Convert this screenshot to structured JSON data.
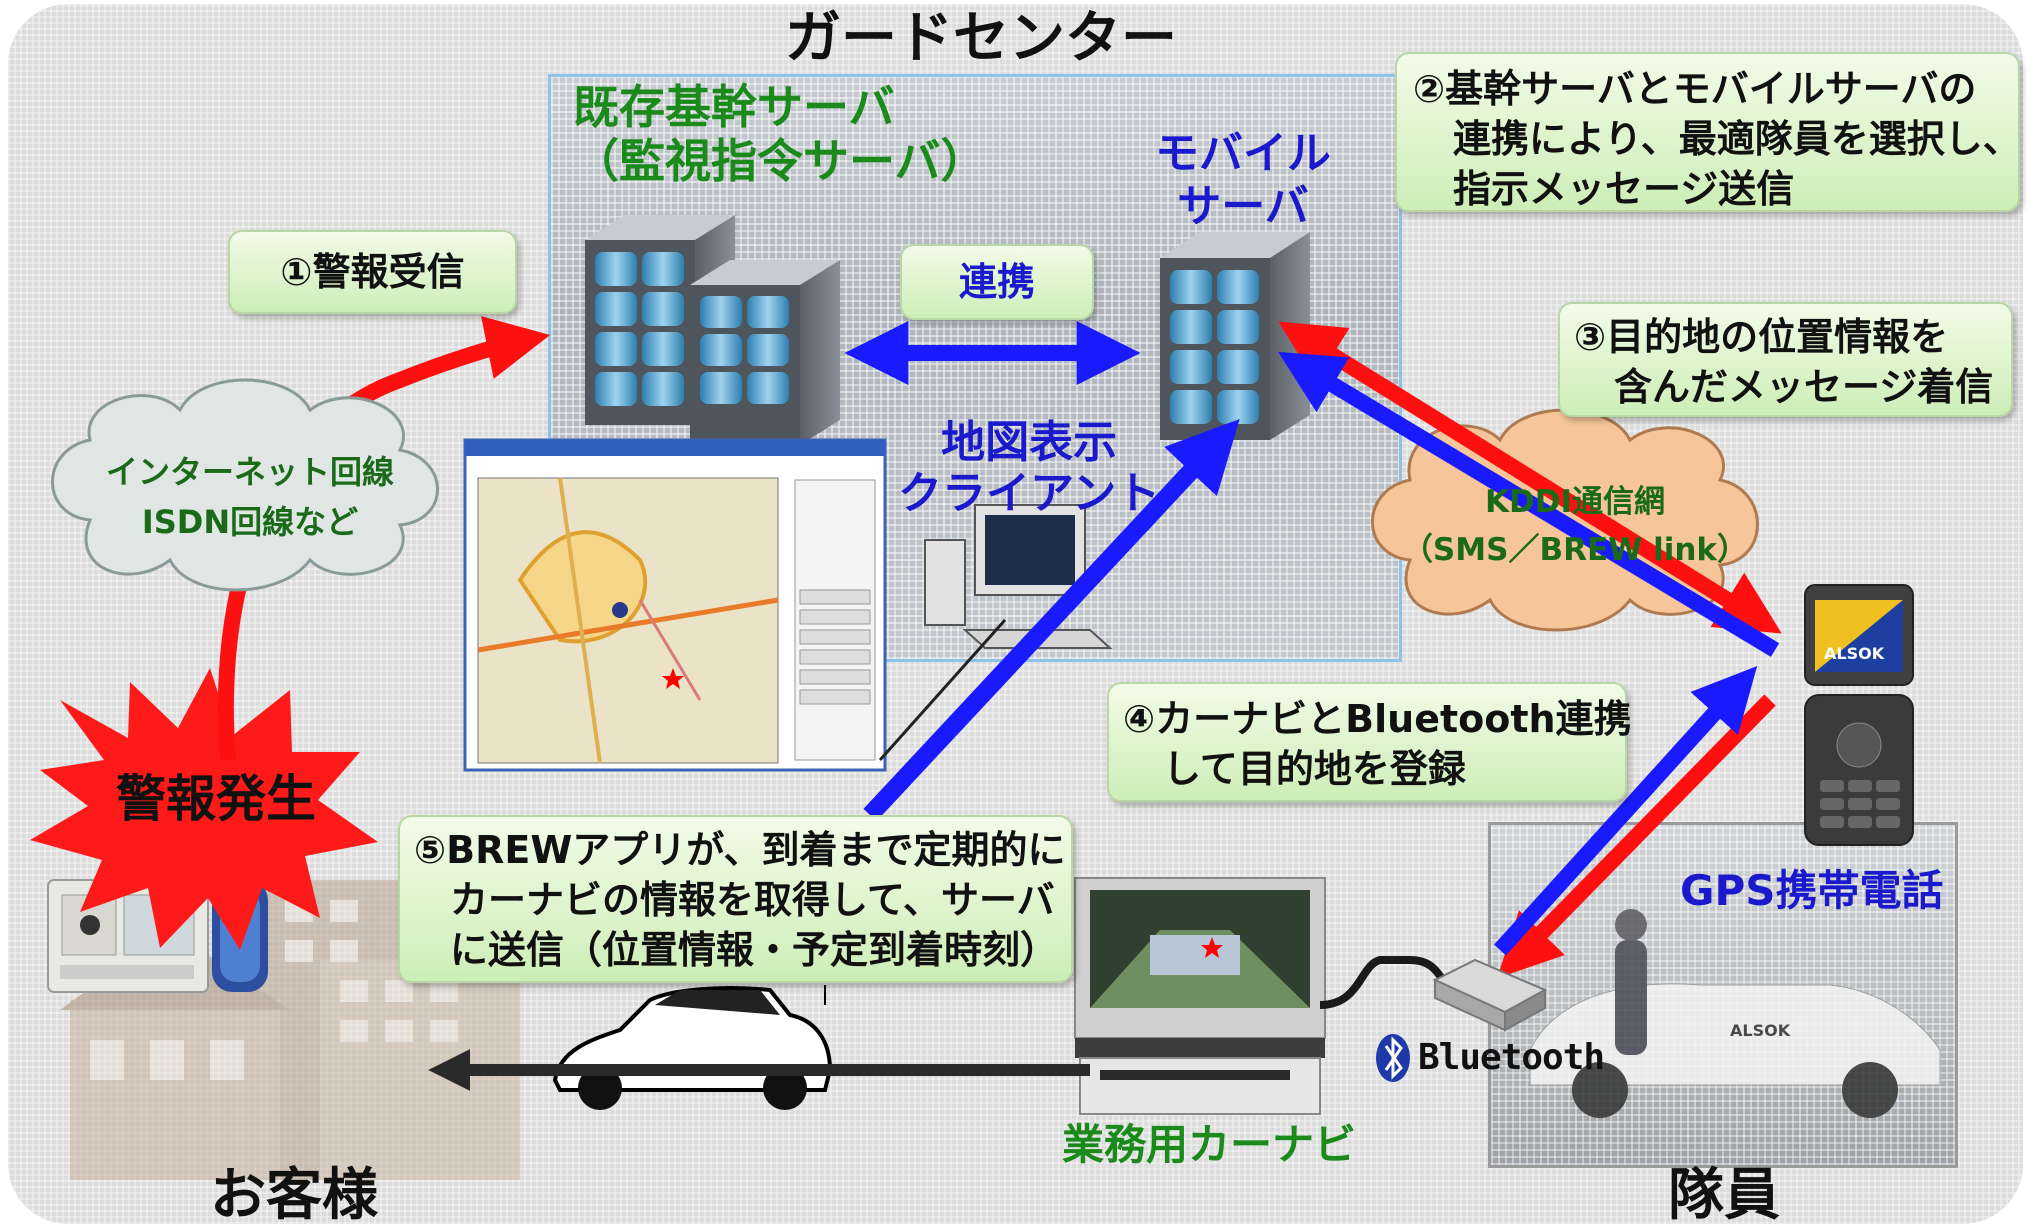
{
  "titles": {
    "guard_center": "ガードセンター",
    "customer": "お客様",
    "guard": "隊員"
  },
  "servers": {
    "existing_line1": "既存基幹サーバ",
    "existing_line2": "（監視指令サーバ）",
    "mobile_line1": "モバイル",
    "mobile_line2": "サーバ",
    "link_label": "連携"
  },
  "client": {
    "line1": "地図表示",
    "line2": "クライアント"
  },
  "steps": {
    "step1": "①警報受信",
    "step2_line1": "②基幹サーバとモバイルサーバの",
    "step2_line2": "連携により、最適隊員を選択し、",
    "step2_line3": "指示メッセージ送信",
    "step3_line1": "③目的地の位置情報を",
    "step3_line2": "含んだメッセージ着信",
    "step4_line1": "④カーナビとBluetooth連携",
    "step4_line2": "して目的地を登録",
    "step5_line1": "⑤BREWアプリが、到着まで定期的に",
    "step5_line2": "カーナビの情報を取得して、サーバ",
    "step5_line3": "に送信（位置情報・予定到着時刻）"
  },
  "networks": {
    "internet_line1": "インターネット回線",
    "internet_line2": "ISDN回線など",
    "kddi_line1": "KDDI通信網",
    "kddi_line2": "（SMS／BREW link）"
  },
  "alarm": {
    "label": "警報発生"
  },
  "devices": {
    "car_navi": "業務用カーナビ",
    "gps_phone": "GPS携帯電話",
    "bluetooth": "Bluetooth",
    "phone_brand": "ALSOK",
    "car_brand": "ALSOK"
  },
  "colors": {
    "red_arrow": "#ff1010",
    "blue_arrow": "#1a1aff",
    "green_text": "#1a8a1a",
    "blue_text": "#1a1acc",
    "box_fill": "#d8f3c6"
  }
}
